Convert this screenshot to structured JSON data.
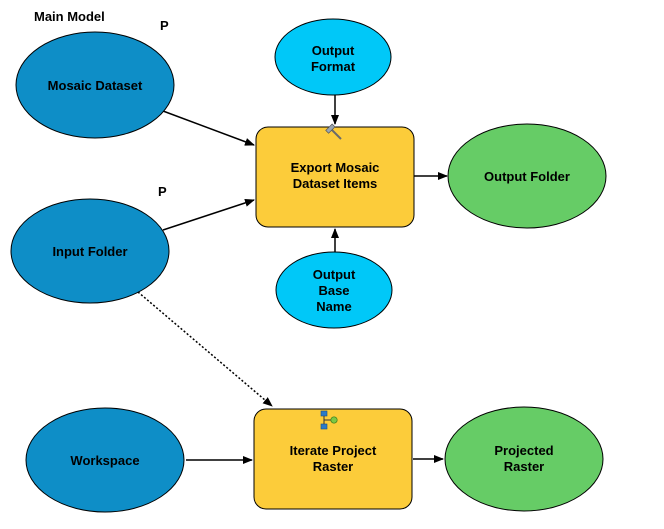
{
  "model": {
    "title": "Main Model",
    "param_marker": "P"
  },
  "nodes": {
    "mosaic_dataset": {
      "label": [
        "Mosaic Dataset"
      ],
      "kind": "input",
      "is_parameter": true
    },
    "input_folder": {
      "label": [
        "Input Folder"
      ],
      "kind": "input",
      "is_parameter": true
    },
    "output_format": {
      "label": [
        "Output",
        "Format"
      ],
      "kind": "value"
    },
    "output_base_name": {
      "label": [
        "Output",
        "Base",
        "Name"
      ],
      "kind": "value"
    },
    "export_tool": {
      "label": [
        "Export Mosaic",
        "Dataset Items"
      ],
      "kind": "tool",
      "icon": "hammer-icon"
    },
    "output_folder": {
      "label": [
        "Output Folder"
      ],
      "kind": "output"
    },
    "workspace": {
      "label": [
        "Workspace"
      ],
      "kind": "input"
    },
    "iterate_tool": {
      "label": [
        "Iterate Project",
        "Raster"
      ],
      "kind": "tool",
      "icon": "iterator-icon"
    },
    "projected_raster": {
      "label": [
        "Projected",
        "Raster"
      ],
      "kind": "output"
    }
  },
  "connections": [
    {
      "from": "mosaic_dataset",
      "to": "export_tool",
      "style": "solid"
    },
    {
      "from": "input_folder",
      "to": "export_tool",
      "style": "solid"
    },
    {
      "from": "output_format",
      "to": "export_tool",
      "style": "solid"
    },
    {
      "from": "output_base_name",
      "to": "export_tool",
      "style": "solid"
    },
    {
      "from": "export_tool",
      "to": "output_folder",
      "style": "solid"
    },
    {
      "from": "input_folder",
      "to": "iterate_tool",
      "style": "dotted"
    },
    {
      "from": "workspace",
      "to": "iterate_tool",
      "style": "solid"
    },
    {
      "from": "iterate_tool",
      "to": "projected_raster",
      "style": "solid"
    }
  ],
  "colors": {
    "input": "#0e8ec7",
    "value": "#00c8f8",
    "tool": "#fccc3a",
    "output": "#66cc66",
    "stroke": "#000000"
  }
}
